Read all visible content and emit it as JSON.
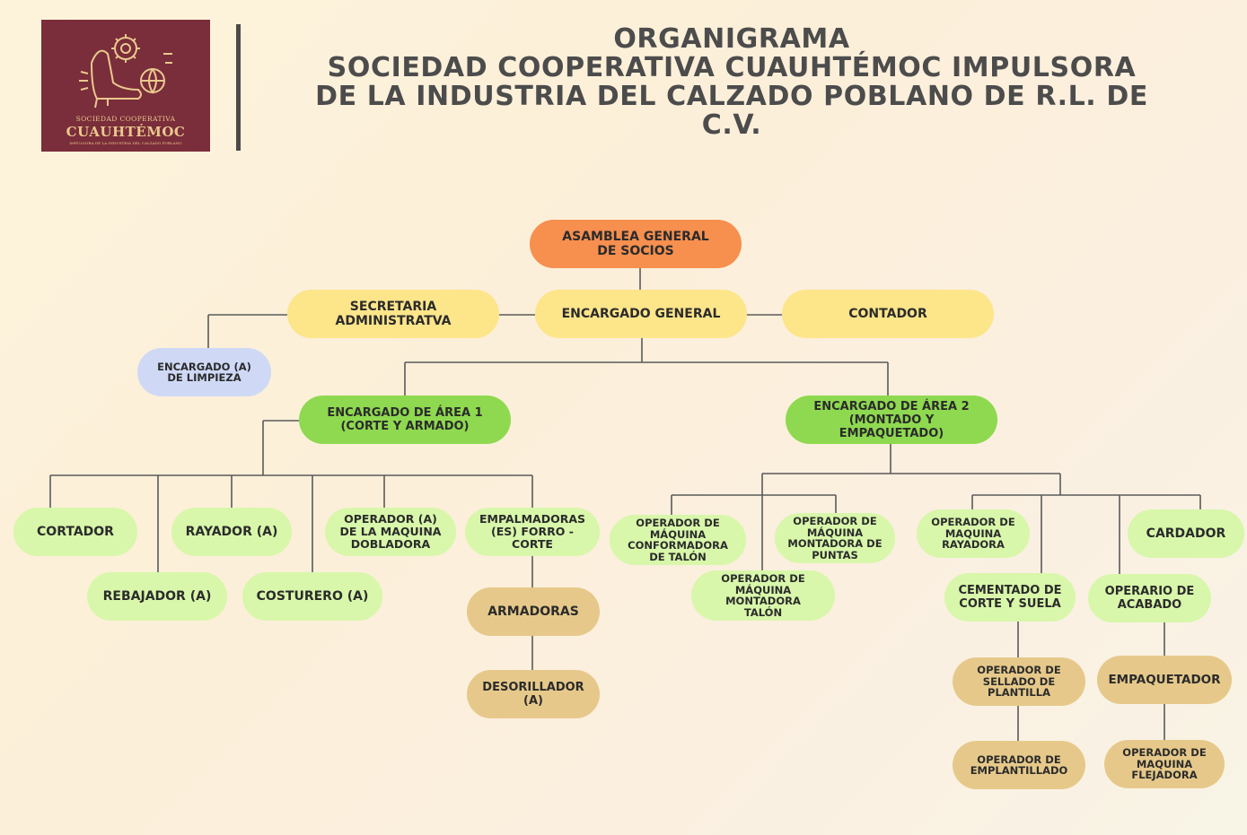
{
  "header": {
    "title_line1": "ORGANIGRAMA",
    "title_line2": "SOCIEDAD COOPERATIVA CUAUHTÉMOC IMPULSORA",
    "title_line3": "DE LA INDUSTRIA DEL CALZADO POBLANO DE R.L. DE",
    "title_line4": "C.V."
  },
  "logo": {
    "line1": "SOCIEDAD COOPERATIVA",
    "line2": "CUAUHTÉMOC",
    "line3": "IMPULSORA DE LA INDUSTRIA DEL CALZADO POBLANO",
    "icon": "shoe-gear-globe-emblem-icon"
  },
  "colors": {
    "orange": "#f78f4f",
    "yellow": "#fde58a",
    "lavender": "#cfd9f6",
    "green": "#8ed94f",
    "lightgreen": "#d8f7aa",
    "tan": "#e6c98a",
    "logo_bg": "#7a2d3a",
    "line": "#5a5a5a"
  },
  "nodes": {
    "asamblea": "ASAMBLEA GENERAL\nDE SOCIOS",
    "secretaria": "SECRETARIA\nADMINISTRATVA",
    "encargado_general": "ENCARGADO GENERAL",
    "contador": "CONTADOR",
    "limpieza": "ENCARGADO (A)\nDE LIMPIEZA",
    "area1": "ENCARGADO DE ÁREA 1\n(CORTE Y ARMADO)",
    "area2": "ENCARGADO DE ÁREA 2\n(MONTADO Y\nEMPAQUETADO)",
    "cortador": "CORTADOR",
    "rayador": "RAYADOR (A)",
    "operador_dobladora": "OPERADOR (A)\nDE LA MAQUINA\nDOBLADORA",
    "empalmadoras": "EMPALMADORAS\n(ES) FORRO -\nCORTE",
    "rebajador": "REBAJADOR (A)",
    "costurero": "COSTURERO (A)",
    "armadoras": "ARMADORAS",
    "desorillador": "DESORILLADOR\n(A)",
    "conformadora": "OPERADOR DE\nMÁQUINA\nCONFORMADORA\nDE TALÓN",
    "montadora_puntas": "OPERADOR DE\nMÁQUINA\nMONTADORA DE\nPUNTAS",
    "montadora_talon": "OPERADOR DE\nMÁQUINA\nMONTADORA\nTALÓN",
    "rayadora": "OPERADOR DE\nMAQUINA\nRAYADORA",
    "cardador": "CARDADOR",
    "cementado": "CEMENTADO DE\nCORTE Y SUELA",
    "acabado": "OPERARIO DE\nACABADO",
    "sellado": "OPERADOR DE\nSELLADO DE\nPLANTILLA",
    "empaquetador": "EMPAQUETADOR",
    "emplantillado": "OPERADOR DE\nEMPLANTILLADO",
    "flejadora": "OPERADOR DE\nMAQUINA\nFLEJADORA"
  }
}
